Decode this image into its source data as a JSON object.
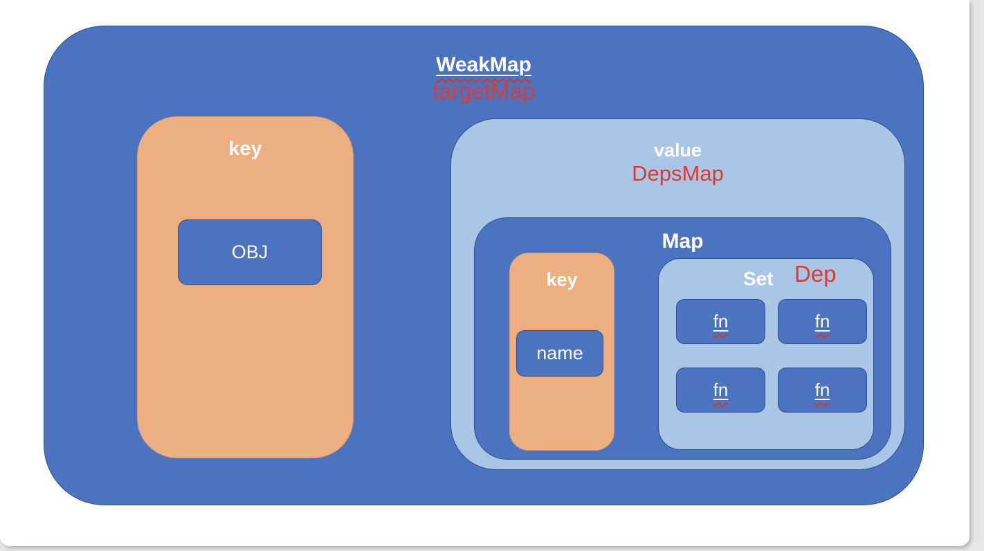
{
  "colors": {
    "container_blue": "#4C73BF",
    "light_blue": "#A9C6E6",
    "orange": "#EDAF82",
    "annotation_red": "#DE3A2D",
    "border_navy": "#2E528E",
    "label_white": "#ffffff",
    "page_background": "#ffffff",
    "edge_gray": "#e7e7e7"
  },
  "diagram": {
    "weakmap": {
      "title": "WeakMap",
      "subtitle": "targetMap"
    },
    "left_key": {
      "label": "key",
      "obj": "OBJ"
    },
    "depsmap": {
      "title": "value",
      "subtitle": "DepsMap",
      "map": {
        "title": "Map",
        "key": {
          "label": "key",
          "name": "name"
        },
        "set": {
          "title": "Set",
          "subtitle": "Dep",
          "fns": [
            "fn",
            "fn",
            "fn",
            "fn"
          ]
        }
      }
    }
  }
}
